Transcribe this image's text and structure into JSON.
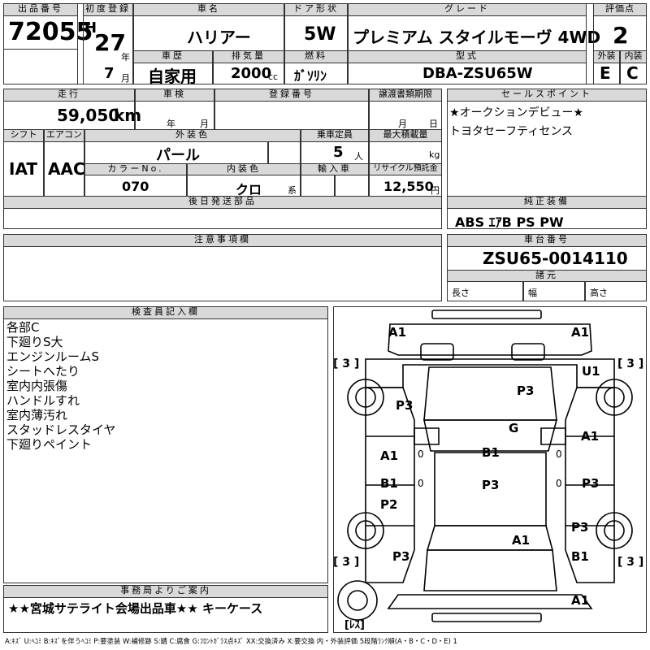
{
  "header": {
    "lot_label": "出品番号",
    "lot_number": "72055",
    "first_reg_label": "初度登録",
    "era": "H",
    "year": "27",
    "year_unit": "年",
    "month": "7",
    "month_unit": "月",
    "car_name_label": "車名",
    "car_name": "ハリアー",
    "history_label": "車歴",
    "history": "自家用",
    "displacement_label": "排気量",
    "displacement": "2000",
    "displacement_unit": "cc",
    "door_label": "ドア形状",
    "door": "5W",
    "fuel_label": "燃料",
    "fuel": "ｶﾞｿﾘﾝ",
    "grade_label": "グレード",
    "grade": "プレミアム スタイルモーヴ 4WD",
    "model_label": "型式",
    "model": "DBA-ZSU65W",
    "score_label": "評価点",
    "score": "2",
    "exterior_label": "外装",
    "exterior": "E",
    "interior_label": "内装",
    "interior": "C"
  },
  "row2": {
    "mileage_label": "走行",
    "mileage": "59,050",
    "mileage_unit": "km",
    "inspection_label": "車検",
    "inspection_year_unit": "年",
    "inspection_month_unit": "月",
    "reg_number_label": "登録番号",
    "transfer_label": "譲渡書類期限",
    "transfer_month_unit": "月",
    "transfer_day_unit": "日",
    "shift_label": "シフト",
    "shift": "IAT",
    "ac_label": "エアコン",
    "ac": "AAC",
    "ext_color_label": "外装色",
    "ext_color": "パール",
    "capacity_label": "乗車定員",
    "capacity": "5",
    "capacity_unit": "人",
    "max_load_label": "最大積載量",
    "max_load_unit": "kg",
    "color_no_label": "カラーNo.",
    "color_no": "070",
    "int_color_label": "内装色",
    "int_color": "クロ",
    "int_color_unit": "系",
    "import_label": "輸入車",
    "recycle_label": "リサイクル預託金",
    "recycle": "12,550",
    "recycle_unit": "円",
    "later_parts_label": "後日発送部品"
  },
  "sales_points": {
    "label": "セールスポイント",
    "lines": [
      "★オークションデビュー★",
      "トヨタセーフティセンス"
    ]
  },
  "genuine_equipment": {
    "label": "純正装備",
    "value": "ABS ｴｱB PS PW"
  },
  "notes": {
    "label": "注意事項欄"
  },
  "chassis": {
    "label": "車台番号",
    "value": "ZSU65-0014110",
    "dims_label": "諸元",
    "length_label": "長さ",
    "width_label": "幅",
    "height_label": "高さ"
  },
  "inspector": {
    "label": "検査員記入欄",
    "lines": [
      "各部C",
      "下廻りS大",
      "エンジンルームS",
      "シートへたり",
      "室内内張傷",
      "ハンドルすれ",
      "室内薄汚れ",
      "スタッドレスタイヤ",
      "下廻りペイント"
    ]
  },
  "office": {
    "label": "事務局よりご案内",
    "value": "★★宮城サテライト会場出品車★★ キーケース"
  },
  "diagram": {
    "marks": {
      "front_left": "A1",
      "front_right": "A1",
      "front_right_fender": "U1",
      "front_left_door_upper": "P3",
      "hood": "P3",
      "roof_g": "G",
      "left_front_door": "A1",
      "right_front_door": "A1",
      "center_b1": "B1",
      "left_rear_b1": "B1",
      "center_p3": "P3",
      "right_rear_p3": "P3",
      "left_rear_p2": "P2",
      "right_quarter_p3": "P3",
      "rear_a1": "A1",
      "left_quarter_p3": "P3",
      "right_quarter_b1": "B1",
      "rear_bumper_a1": "A1"
    },
    "tire_fl": "[ 3 ]",
    "tire_fr": "[ 3 ]",
    "tire_rl": "[ 3 ]",
    "tire_rr": "[ 3 ]",
    "spare_tire": "[ﾚｽ]",
    "door_mark_left": "0",
    "door_mark_right": "0",
    "door_mark_left2": "0",
    "door_mark_right2": "0"
  },
  "legend": "A:ｷｽﾞ U:ﾍｺﾐ B:ｷｽﾞを伴うﾍｺﾐ P:要塗装 W:補修跡 S:錆 C:腐食 G:ﾌﾛﾝﾄｶﾞﾗｽ点ｷｽﾞ XX:交換済み X:要交換 内・外装評価 5段階ﾗﾝｸ順(A・B・C・D・E) 1"
}
